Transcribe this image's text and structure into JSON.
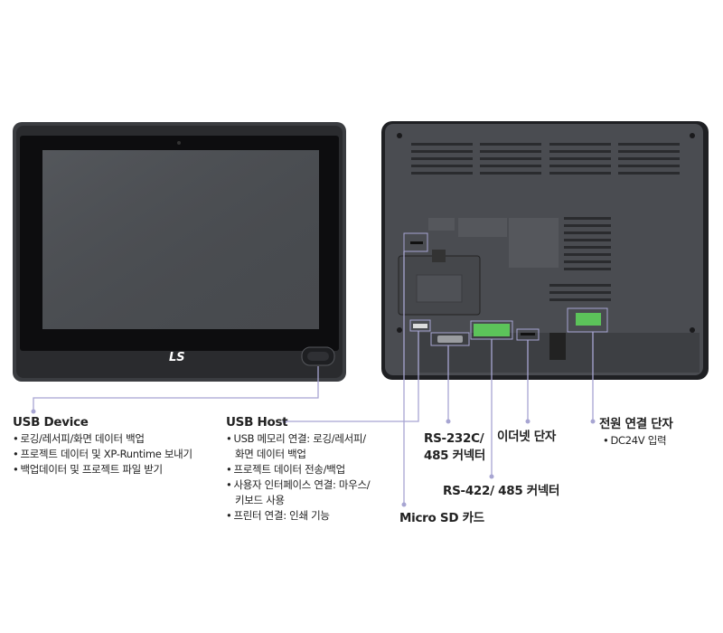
{
  "front": {
    "logo": "LS"
  },
  "labels": {
    "usb_device": {
      "title": "USB Device",
      "items": [
        "로깅/레서피/화면 데이터 백업",
        "프로젝트 데이터 및 XP-Runtime 보내기",
        "백업데이터 및 프로젝트 파일 받기"
      ]
    },
    "usb_host": {
      "title": "USB Host",
      "items": [
        "USB 메모리 연결: 로깅/레서피/",
        "화면 데이터 백업",
        "프로젝트 데이터 전송/백업",
        "사용자 인터페이스 연결: 마우스/",
        "키보드 사용",
        "프린터 연결: 인쇄 기능"
      ]
    },
    "micro_sd": {
      "title": "Micro SD 카드"
    },
    "rs232c": {
      "title_line1": "RS-232C/",
      "title_line2": "485 커넥터"
    },
    "rs422": {
      "title": "RS-422/ 485 커넥터"
    },
    "ethernet": {
      "title": "이더넷 단자"
    },
    "power": {
      "title": "전원 연결 단자",
      "items": [
        "DC24V 입력"
      ]
    }
  },
  "colors": {
    "leader": "#a7a5d2",
    "bezel": "#3b3d41",
    "back": "#4a4c51",
    "terminal": "#5cc35a"
  }
}
